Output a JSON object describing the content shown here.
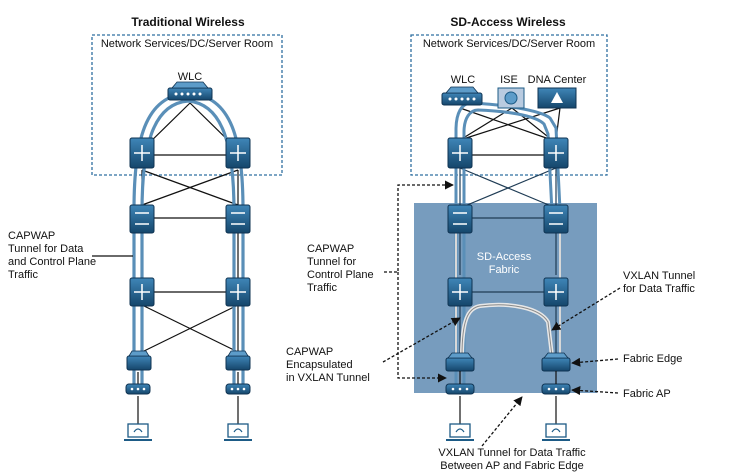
{
  "left": {
    "title": "Traditional Wireless",
    "box_label": "Network Services/DC/Server Room",
    "wlc_label": "WLC",
    "tunnel_label": [
      "CAPWAP",
      "Tunnel for Data",
      "and Control Plane",
      "Traffic"
    ]
  },
  "right": {
    "title": "SD-Access Wireless",
    "box_label": "Network Services/DC/Server Room",
    "wlc_label": "WLC",
    "ise_label": "ISE",
    "dnac_label": "DNA Center",
    "fabric_label": [
      "SD-Access",
      "Fabric"
    ],
    "capwap_label": [
      "CAPWAP",
      "Tunnel for",
      "Control Plane",
      "Traffic"
    ],
    "encap_label": [
      "CAPWAP",
      "Encapsulated",
      "in VXLAN Tunnel"
    ],
    "vxlan_label": [
      "VXLAN Tunnel",
      "for Data Traffic"
    ],
    "fabric_edge_label": "Fabric Edge",
    "fabric_ap_label": "Fabric AP",
    "bottom_label": [
      "VXLAN Tunnel for Data Traffic",
      "Between AP and Fabric Edge"
    ]
  },
  "colors": {
    "device": "#1d5b86",
    "device_light": "#3f86b8",
    "tunnel": "#5a8fb8",
    "fabric": "#6b94b8",
    "box_border": "#2f6fa0"
  }
}
